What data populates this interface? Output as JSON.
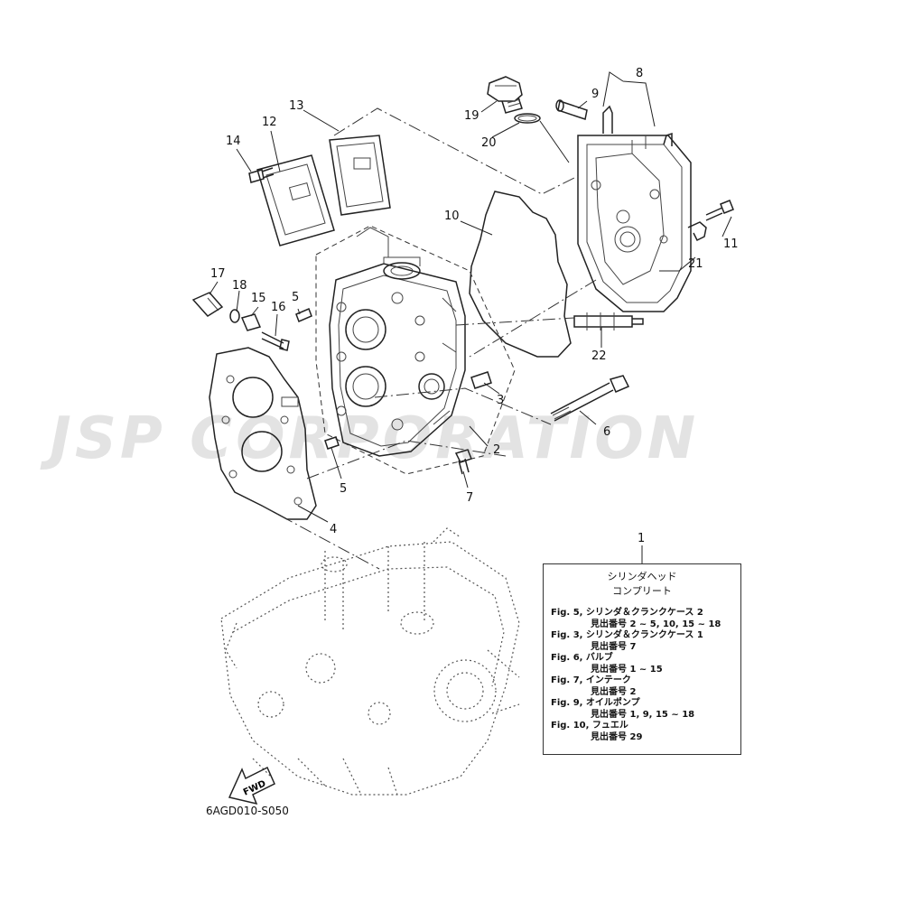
{
  "diagram_code": "6AGD010-S050",
  "watermark": "JSP CORPORATION",
  "fwd_label": "FWD",
  "callouts": [
    "1",
    "2",
    "3",
    "4",
    "5",
    "5",
    "6",
    "7",
    "8",
    "9",
    "10",
    "11",
    "12",
    "13",
    "14",
    "15",
    "16",
    "17",
    "18",
    "19",
    "20",
    "21",
    "22"
  ],
  "reference_box": {
    "title_line1": "シリンダヘッド",
    "title_line2": "コンプリート",
    "entries": [
      {
        "ref": "Fig. 5, シリンダ＆クランクケース 2",
        "sub": "見出番号 2 ~ 5, 10, 15 ~ 18"
      },
      {
        "ref": "Fig. 3, シリンダ＆クランクケース 1",
        "sub": "見出番号 7"
      },
      {
        "ref": "Fig. 6, バルブ",
        "sub": "見出番号 1 ~ 15"
      },
      {
        "ref": "Fig. 7, インテーク",
        "sub": "見出番号 2"
      },
      {
        "ref": "Fig. 9, オイルポンプ",
        "sub": "見出番号 1, 9, 15 ~ 18"
      },
      {
        "ref": "Fig. 10, フュエル",
        "sub": "見出番号 29"
      }
    ]
  }
}
